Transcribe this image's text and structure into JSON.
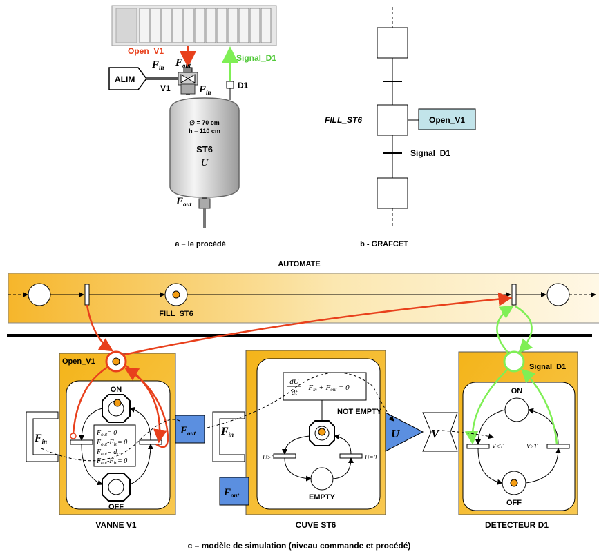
{
  "process": {
    "open_v1": "Open_V1",
    "signal_d1": "Signal_D1",
    "alim": "ALIM",
    "f_in": "F",
    "f_in_sub": "in",
    "f_out": "F",
    "f_out_sub": "out",
    "v1": "V1",
    "d1": "D1",
    "dims1": "∅ = 70 cm",
    "dims2": "h = 110 cm",
    "tank": "ST6",
    "tank_var": "U",
    "caption": "a – le procédé"
  },
  "grafcet": {
    "step": "FILL_ST6",
    "action": "Open_V1",
    "transition": "Signal_D1",
    "caption": "b - GRAFCET"
  },
  "automate": {
    "title": "AUTOMATE",
    "place": "FILL_ST6"
  },
  "vanne": {
    "place": "Open_V1",
    "on": "ON",
    "off": "OFF",
    "eq1": "F",
    "eq1_sub": "out",
    "eq1_rest": "= 0",
    "eq2": "F",
    "eq2_sub": "out",
    "eq2_mid": "-F",
    "eq2_sub2": "in",
    "eq2_rest": "= 0",
    "eq3": "F",
    "eq3_sub": "out",
    "eq3_rest": "= d",
    "eq3_rest_sub": "c",
    "eq4": "F",
    "eq4_sub": "out",
    "eq4_mid": "-F",
    "eq4_sub2": "in",
    "eq4_rest": "= 0",
    "fin": "F",
    "fin_sub": "in",
    "fout": "F",
    "fout_sub": "out",
    "caption": "VANNE V1"
  },
  "cuve": {
    "eq_num": "dU",
    "eq_den": "dt",
    "eq_rest": "- F",
    "eq_rest_sub": "in",
    "eq_rest2": " + F",
    "eq_rest_sub2": "out",
    "eq_rest3": " = 0",
    "not_empty": "NOT EMPTY",
    "empty": "EMPTY",
    "u_gt": "U>0",
    "u_eq": "U=0",
    "fin": "F",
    "fin_sub": "in",
    "fout": "F",
    "fout_sub": "out",
    "u_out": "U",
    "caption": "CUVE ST6"
  },
  "detecteur": {
    "place": "Signal_D1",
    "on": "ON",
    "off": "OFF",
    "t1": "V<T",
    "t2": "V≥T",
    "v_in": "V",
    "caption": "DETECTEUR D1"
  },
  "caption_c": "c – modèle de simulation (niveau commande et procédé)",
  "colors": {
    "red": "#e8401c",
    "green": "#7fef55",
    "panel": "#f4b41a",
    "panel_light": "#fbe3a8",
    "blue": "#5b8fe0",
    "teal": "#c2e4ea",
    "token": "#f39c12"
  }
}
